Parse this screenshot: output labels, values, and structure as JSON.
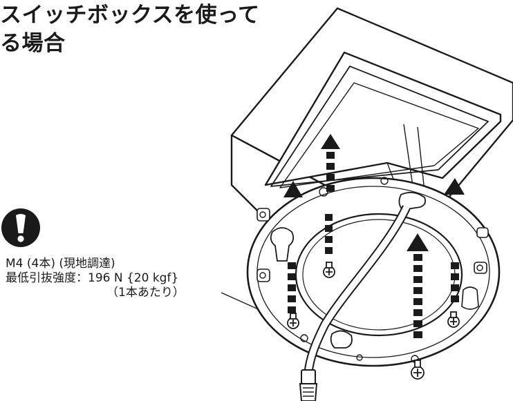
{
  "heading": {
    "line1": "スイッチボックスを使って",
    "line2": "る場合"
  },
  "icons": {
    "warning": "exclamation-circle-icon",
    "warning_color": "#1a1a1a"
  },
  "caption": {
    "line1": "M4 (4本) (現地調達)",
    "line2": "最低引抜強度：196 N {20 kgf}",
    "line3": "（1本あたり）"
  }
}
